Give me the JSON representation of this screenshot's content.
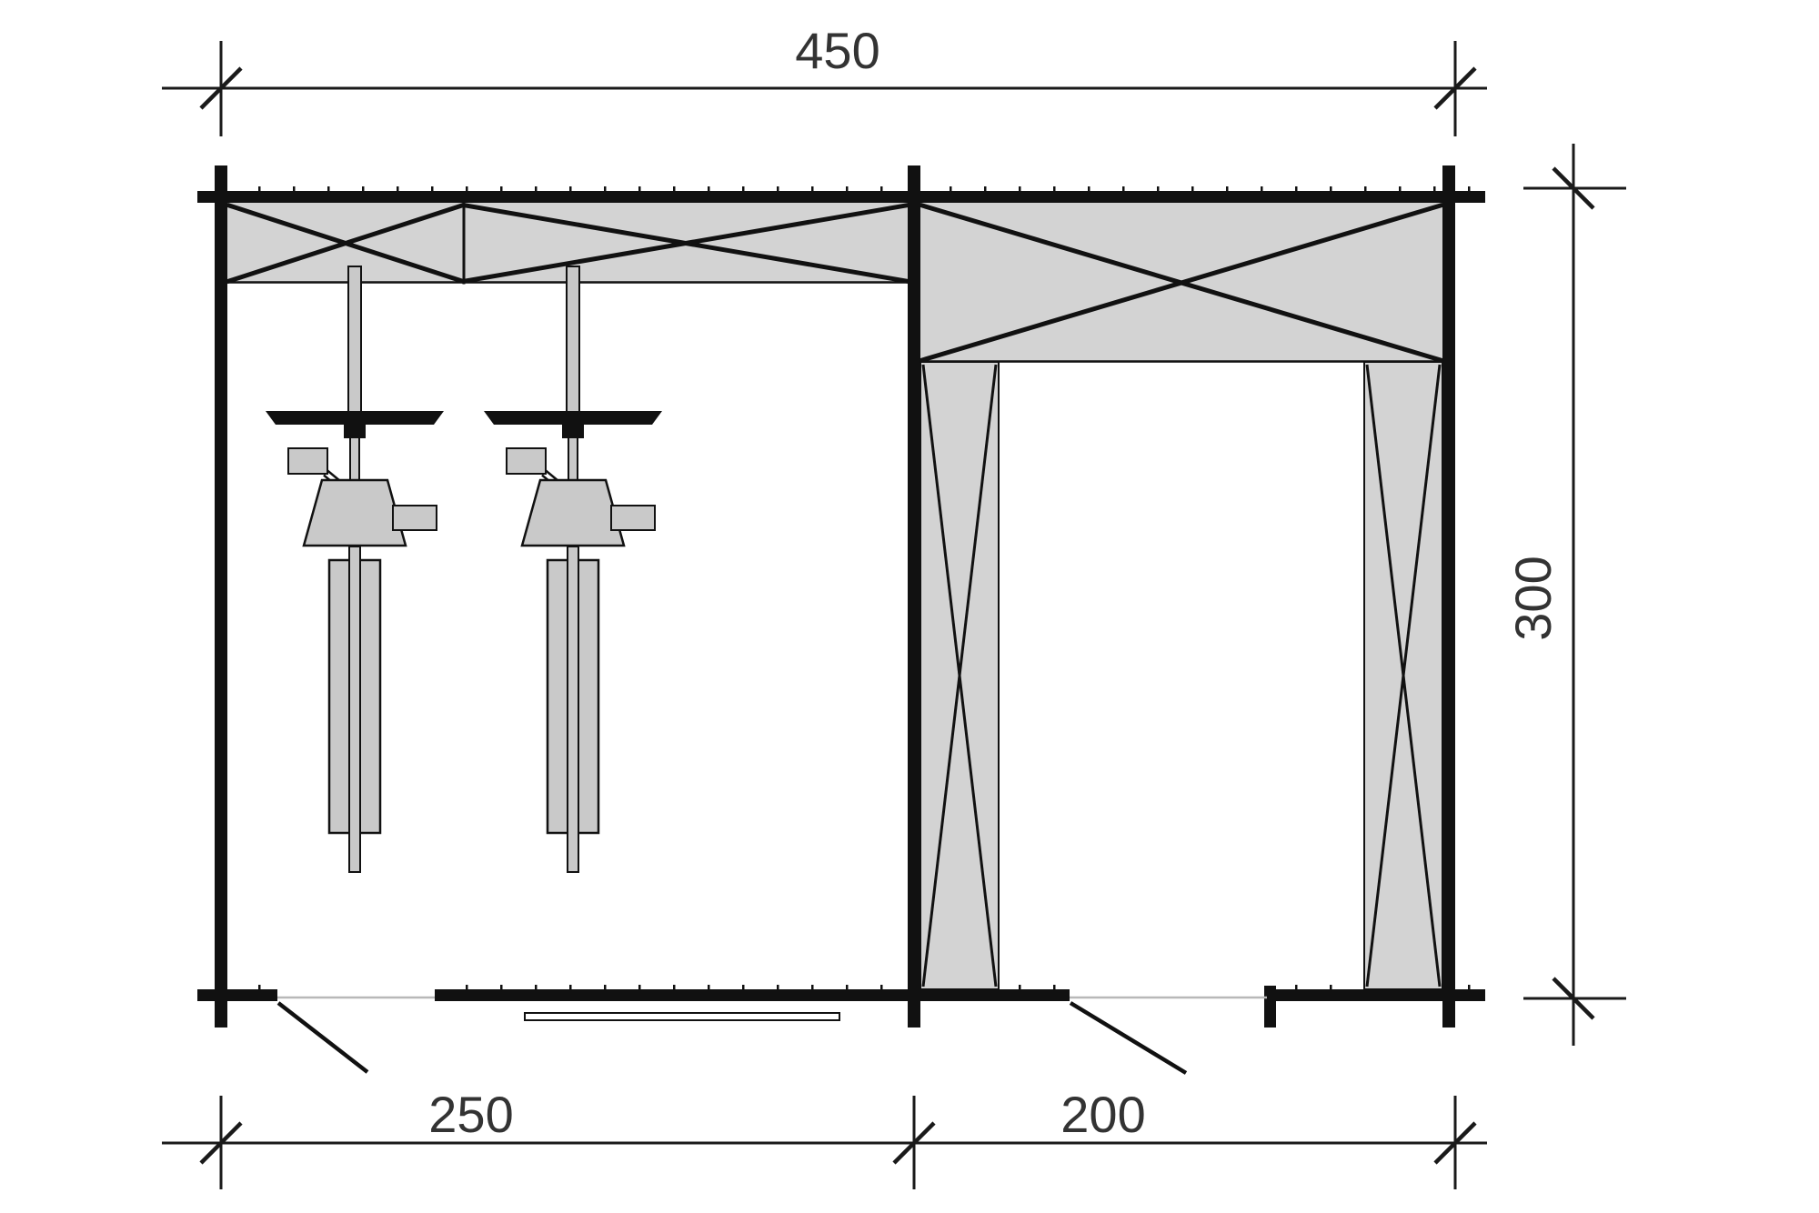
{
  "plan": {
    "type": "floor-plan-top-view",
    "labels": {
      "dim_top_width": "450",
      "dim_bottom_left_width": "250",
      "dim_bottom_right_width": "200",
      "dim_right_depth": "300"
    },
    "contents": {
      "bike_count": 2,
      "door_count": 2,
      "braced_panel_count": 3,
      "braced_pillar_count": 2
    },
    "colors": {
      "background": "#ffffff",
      "wall_line": "#111111",
      "panel_fill": "#d3d3d3",
      "bike_fill": "#c9c9c9",
      "dim_line": "#1a1a1a",
      "dim_text": "#333333",
      "door_gap_line": "#b8b8b8",
      "threshold_fill": "#ffffff"
    }
  }
}
